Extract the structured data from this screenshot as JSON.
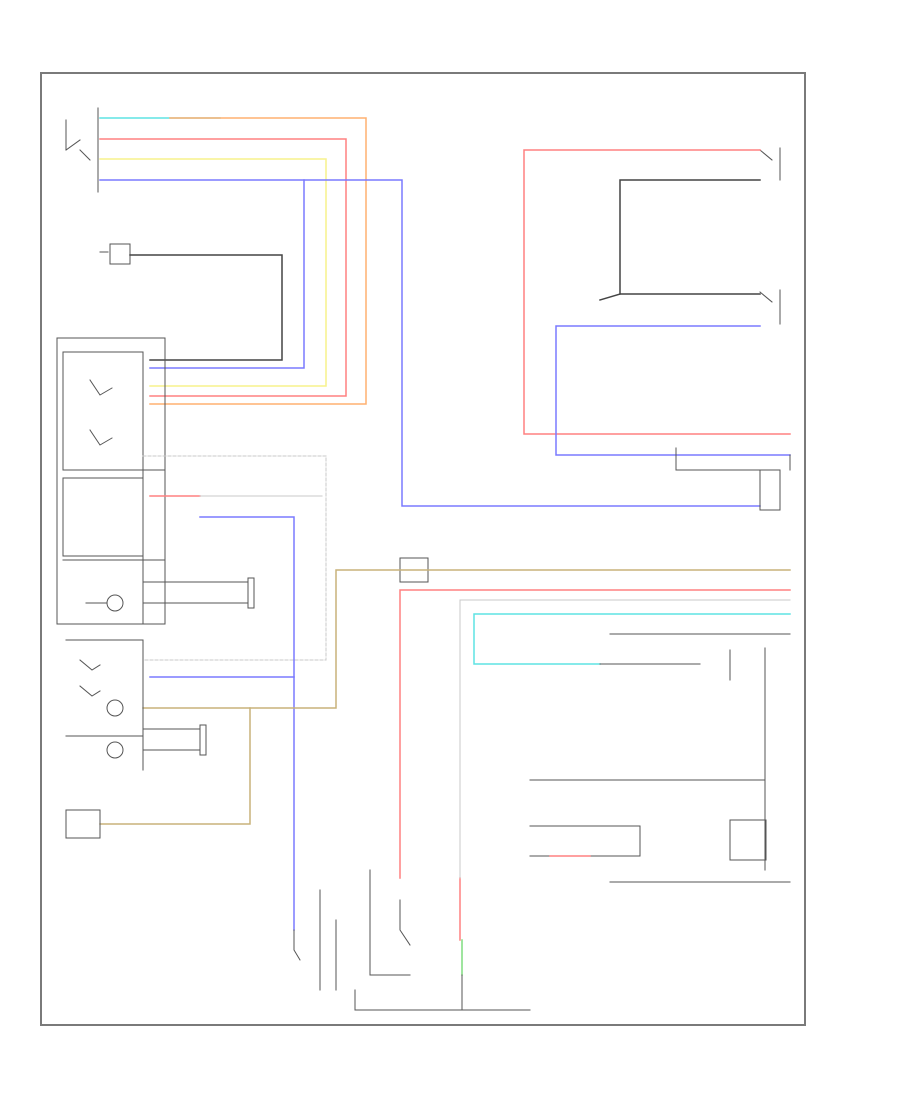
{
  "diagram": {
    "title": "",
    "page_label": "",
    "colors": {
      "cyan": "#5fe3e3",
      "red": "#ff8080",
      "orange": "#ffb070",
      "yellow": "#f7f28c",
      "blue": "#7a7aff",
      "black": "#444444",
      "gray": "#c8c8c8",
      "tan": "#c8b27a",
      "green": "#7fdc7f",
      "frame": "#7a7a7a"
    },
    "components": [
      {
        "id": "top-left-switch",
        "label": ""
      },
      {
        "id": "small-switch",
        "label": ""
      },
      {
        "id": "control-switch-block",
        "label": ""
      },
      {
        "id": "light-relay",
        "label": ""
      },
      {
        "id": "top-right-door-switch",
        "label": ""
      },
      {
        "id": "mid-right-switch",
        "label": ""
      },
      {
        "id": "right-connector",
        "label": ""
      },
      {
        "id": "lower-left-switch-block",
        "label": ""
      },
      {
        "id": "bottom-left-module",
        "label": ""
      },
      {
        "id": "bottom-center-switch",
        "label": ""
      },
      {
        "id": "bottom-right-module",
        "label": ""
      },
      {
        "id": "lower-center-relay",
        "label": ""
      }
    ]
  }
}
